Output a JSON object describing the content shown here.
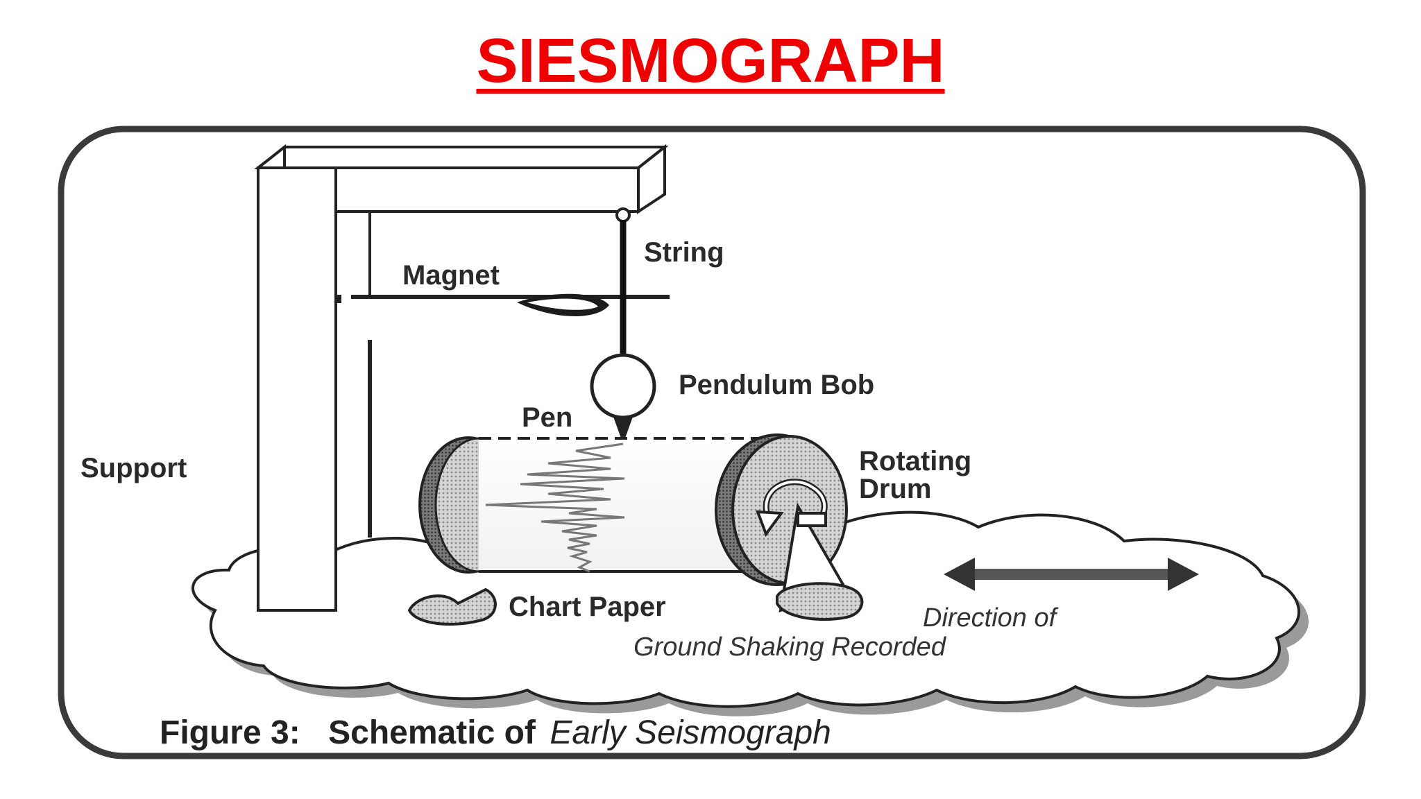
{
  "title": "SIESMOGRAPH",
  "labels": {
    "string": "String",
    "magnet": "Magnet",
    "pendulum_bob": "Pendulum Bob",
    "pen": "Pen",
    "support": "Support",
    "rotating": "Rotating",
    "drum": "Drum",
    "chart_paper": "Chart Paper",
    "direction_line1": "Direction of",
    "direction_line2": "Ground Shaking Recorded"
  },
  "caption": {
    "prefix": "Figure 3:",
    "main": "Schematic of",
    "italic": "Early Seismograph"
  },
  "colors": {
    "title": "#ee0000",
    "line": "#222222",
    "shade": "#555555",
    "arrow": "#333333"
  }
}
